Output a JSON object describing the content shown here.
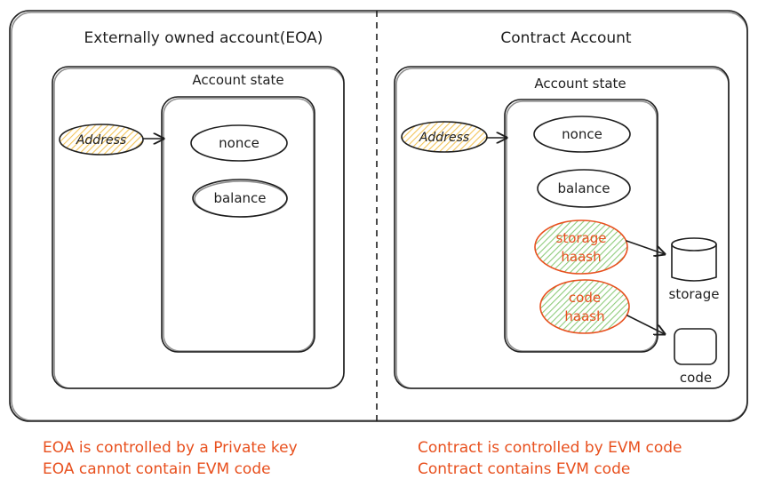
{
  "eoa": {
    "title": "Externally owned account(EOA)",
    "state_title": "Account state",
    "address_label": "Address",
    "fields": [
      "nonce",
      "balance"
    ]
  },
  "contract": {
    "title": "Contract Account",
    "state_title": "Account state",
    "address_label": "Address",
    "fields": [
      "nonce",
      "balance"
    ],
    "hash_fields": [
      [
        "storage",
        "haash"
      ],
      [
        "code",
        "haash"
      ]
    ],
    "storage_label": "storage",
    "code_label": "code"
  },
  "notes": {
    "eoa": [
      "EOA is controlled by a Private key",
      "EOA cannot contain EVM code"
    ],
    "contract": [
      "Contract is controlled by EVM code",
      "Contract contains EVM code"
    ]
  },
  "colors": {
    "ink": "#1e1e1e",
    "note": "#e8501e",
    "address_fill": "#f2c45a",
    "hash_fill": "#7cc36b",
    "hash_stroke": "#e8501e"
  }
}
